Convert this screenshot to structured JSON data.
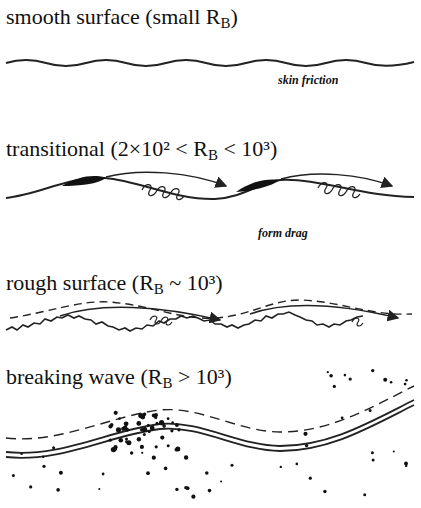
{
  "diagram": {
    "labels": [
      "smooth surface (small R",
      "B",
      ")",
      "skin friction",
      "transitional (2×10² < R",
      "B",
      " < 10³)",
      "form drag",
      "rough surface (R",
      "B",
      " ~ 10³)",
      "breaking wave (R",
      "B",
      " > 10³)"
    ]
  }
}
